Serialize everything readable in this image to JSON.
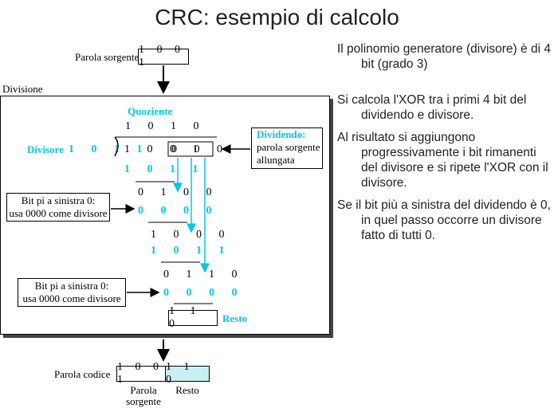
{
  "title": "CRC: esempio di calcolo",
  "source_word": {
    "label": "Parola sorgente",
    "bits": "1 0 0 1"
  },
  "division_label": "Divisione",
  "quotient": {
    "label": "Quoziente",
    "bits": "1 0 1 0"
  },
  "divisor": {
    "label": "Divisore",
    "bits": "1 0 1 1"
  },
  "dividend_row": {
    "source_part": "1 0 0 1",
    "extension": "0 0 0"
  },
  "dividend_note": {
    "title": "Dividendo:",
    "line1": "parola sorgente",
    "line2": "allungata"
  },
  "steps": [
    {
      "subtract": "1 0 1 1",
      "result": "0 1 0 0"
    },
    {
      "subtract": "0 0 0 0",
      "result": "1 0 0 0"
    },
    {
      "subtract": "1 0 1 1",
      "result": "0 1 1 0"
    },
    {
      "subtract": "0 0 0 0"
    }
  ],
  "left_note_1": {
    "line1": "Bit pi   a sinistra   0:",
    "line2": "usa 0000 come divisore"
  },
  "left_note_2": {
    "line1": "Bit pi   a sinistra   0:",
    "line2": "usa 0000 come divisore"
  },
  "remainder": {
    "bits": "1 1 0",
    "label": "Resto"
  },
  "codeword": {
    "label": "Parola codice",
    "source_bits": "1 0 0 1",
    "remainder_bits": "1 1 0",
    "source_caption_1": "Parola",
    "source_caption_2": "sorgente",
    "remainder_caption": "Resto"
  },
  "bullets": [
    "Il polinomio generatore (divisore) è di 4 bit  (grado 3)",
    "Si calcola l'XOR tra i primi 4 bit del dividendo e divisore.",
    "Al risultato si aggiungono progressivamente i bit rimanenti del divisore e si ripete l'XOR con il divisore.",
    "Se il bit più a sinistra del dividendo è 0, in quel passo occorre un divisore fatto di tutti 0."
  ],
  "colors": {
    "accent": "#00c8e6",
    "remainder_fill": "#c8f0f0"
  }
}
